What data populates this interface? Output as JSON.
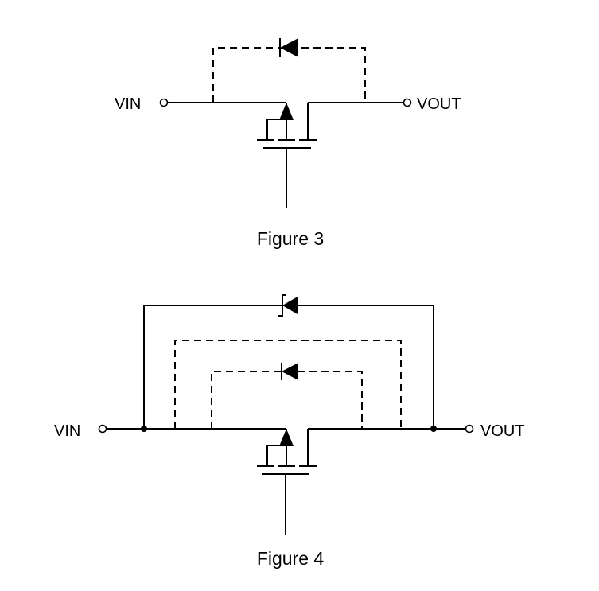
{
  "figure3": {
    "vin_label": "VIN",
    "vout_label": "VOUT",
    "caption": "Figure 3"
  },
  "figure4": {
    "vin_label": "VIN",
    "vout_label": "VOUT",
    "caption": "Figure 4"
  }
}
